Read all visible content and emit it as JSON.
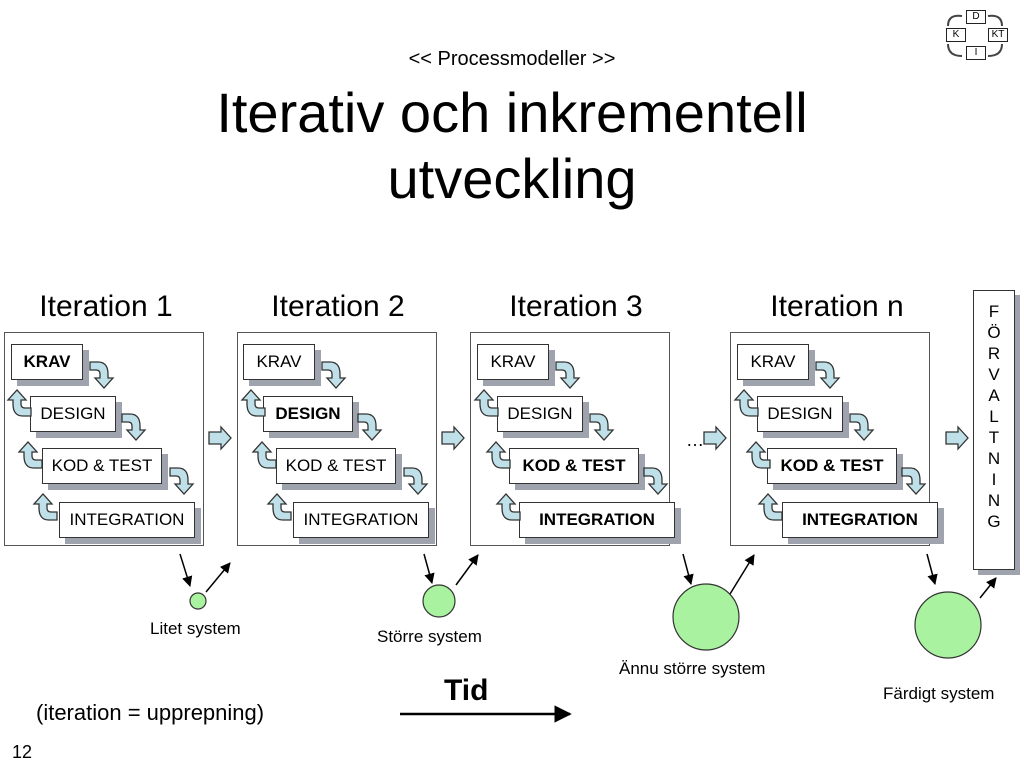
{
  "header": {
    "subtitle": "<< Processmodeller >>",
    "title_line1": "Iterativ och inkrementell",
    "title_line2": "utveckling"
  },
  "logo": {
    "top": "D",
    "left": "K",
    "right": "KT",
    "bottom": "I"
  },
  "iterations": [
    {
      "label": "Iteration 1",
      "stages": [
        "KRAV",
        "DESIGN",
        "KOD & TEST",
        "INTEGRATION"
      ]
    },
    {
      "label": "Iteration 2",
      "stages": [
        "KRAV",
        "DESIGN",
        "KOD & TEST",
        "INTEGRATION"
      ]
    },
    {
      "label": "Iteration 3",
      "stages": [
        "KRAV",
        "DESIGN",
        "KOD & TEST",
        "INTEGRATION"
      ]
    },
    {
      "label": "Iteration n",
      "stages": [
        "KRAV",
        "DESIGN",
        "KOD & TEST",
        "INTEGRATION"
      ]
    }
  ],
  "ellipsis": "…",
  "maintenance_letters": [
    "F",
    "Ö",
    "R",
    "V",
    "A",
    "L",
    "T",
    "N",
    "I",
    "N",
    "G"
  ],
  "systems": [
    "Litet system",
    "Större system",
    "Ännu större system",
    "Färdigt system"
  ],
  "time_label": "Tid",
  "footnote": "(iteration = upprepning)",
  "page_number": "12",
  "colors": {
    "circle_fill": "#a8f2a0",
    "arrow_fill": "#bfe0e8",
    "shadow": "#9ea3ad"
  }
}
